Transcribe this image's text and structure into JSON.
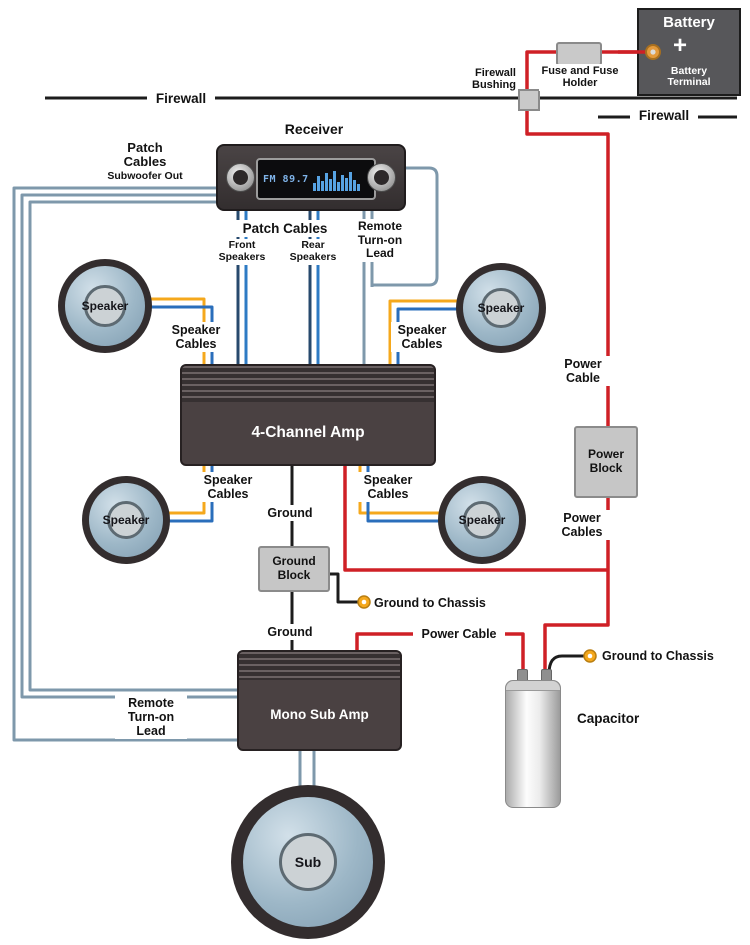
{
  "colors": {
    "power_cable": "#cf2026",
    "ground_cable": "#1d1d1d",
    "speaker_cable_yellow": "#f5a81c",
    "speaker_cable_blue": "#2a6ebb",
    "patch_cable_navy": "#27496d",
    "patch_cable_blue": "#2e7bc4",
    "signal_cable_gray": "#7e98ab",
    "terminal_yellow": "#f5a81c"
  },
  "firewall": {
    "left_label": "Firewall",
    "right_label": "Firewall",
    "bushing_label": "Firewall Bushing"
  },
  "battery": {
    "title": "Battery",
    "plus": "+",
    "terminal_label": "Battery Terminal"
  },
  "fuse": {
    "label": "Fuse and Fuse Holder"
  },
  "receiver": {
    "title": "Receiver",
    "frequency": "FM 89.7"
  },
  "patch_left": {
    "title": "Patch Cables",
    "subtitle": "Subwoofer Out"
  },
  "patch_bottom": {
    "title": "Patch Cables",
    "front_label": "Front Speakers",
    "rear_label": "Rear Speakers"
  },
  "remote": {
    "top_label": "Remote Turn-on Lead",
    "left_label": "Remote Turn-on Lead"
  },
  "amps": {
    "four_channel": "4-Channel Amp",
    "mono_sub": "Mono Sub Amp"
  },
  "speaker": {
    "label": "Speaker",
    "cables_label": "Speaker Cables"
  },
  "sub": {
    "label": "Sub"
  },
  "power": {
    "cable_label": "Power Cable",
    "block_label": "Power Block",
    "cables_label": "Power Cables",
    "bottom_cable_label": "Power Cable"
  },
  "ground": {
    "label": "Ground",
    "block_label": "Ground Block",
    "chassis_label": "Ground to Chassis"
  },
  "capacitor": {
    "label": "Capacitor"
  }
}
